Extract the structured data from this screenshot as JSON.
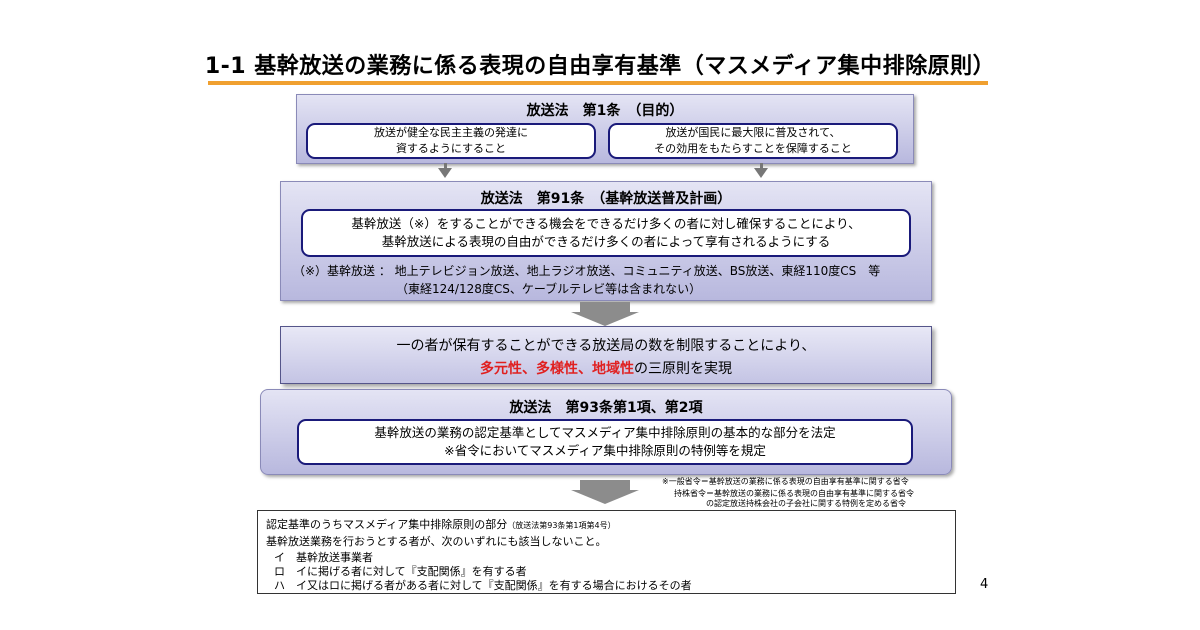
{
  "title": "1-1 基幹放送の業務に係る表現の自由享有基準（マスメディア集中排除原則）",
  "article1": {
    "heading": "放送法　第1条　（目的）",
    "left_line1": "放送が健全な民主主義の発達に",
    "left_line2": "資するようにすること",
    "right_line1": "放送が国民に最大限に普及されて、",
    "right_line2": "その効用をもたらすことを保障すること"
  },
  "article91": {
    "heading": "放送法　第91条　（基幹放送普及計画）",
    "line1": "基幹放送（※）をすることができる機会をできるだけ多くの者に対し確保することにより、",
    "line2": "基幹放送による表現の自由ができるだけ多くの者によって享有されるようにする",
    "note1": "（※）基幹放送 ： 地上テレビジョン放送、地上ラジオ放送、コミュニティ放送、BS放送、東経110度CS　等",
    "note2": "（東経124/128度CS、ケーブルテレビ等は含まれない）"
  },
  "principle": {
    "line1": "一の者が保有することができる放送局の数を制限することにより、",
    "red_text": "多元性、多様性、地域性",
    "line2_rest": "の三原則を実現"
  },
  "article93": {
    "heading": "放送法　第93条第1項、第2項",
    "line1": "基幹放送の業務の認定基準としてマスメディア集中排除原則の基本的な部分を法定",
    "line2": "※省令においてマスメディア集中排除原則の特例等を規定"
  },
  "footnotes": {
    "fn1": "※一般省令＝基幹放送の業務に係る表現の自由享有基準に関する省令",
    "fn2": "持株省令＝基幹放送の業務に係る表現の自由享有基準に関する省令",
    "fn3": "の認定放送持株会社の子会社に関する特例を定める省令"
  },
  "criteria": {
    "heading": "認定基準のうちマスメディア集中排除原則の部分",
    "heading_ref": "（放送法第93条第1項第4号）",
    "intro": "基幹放送業務を行おうとする者が、次のいずれにも該当しないこと。",
    "items": [
      "イ　基幹放送事業者",
      "ロ　イに掲げる者に対して『支配関係』を有する者",
      "ハ　イ又はロに掲げる者がある者に対して『支配関係』を有する場合におけるその者"
    ]
  },
  "page_number": "4",
  "colors": {
    "accent_rule": "#f0a030",
    "emphasis_red": "#e02020",
    "pill_border": "#1a1a7a"
  }
}
